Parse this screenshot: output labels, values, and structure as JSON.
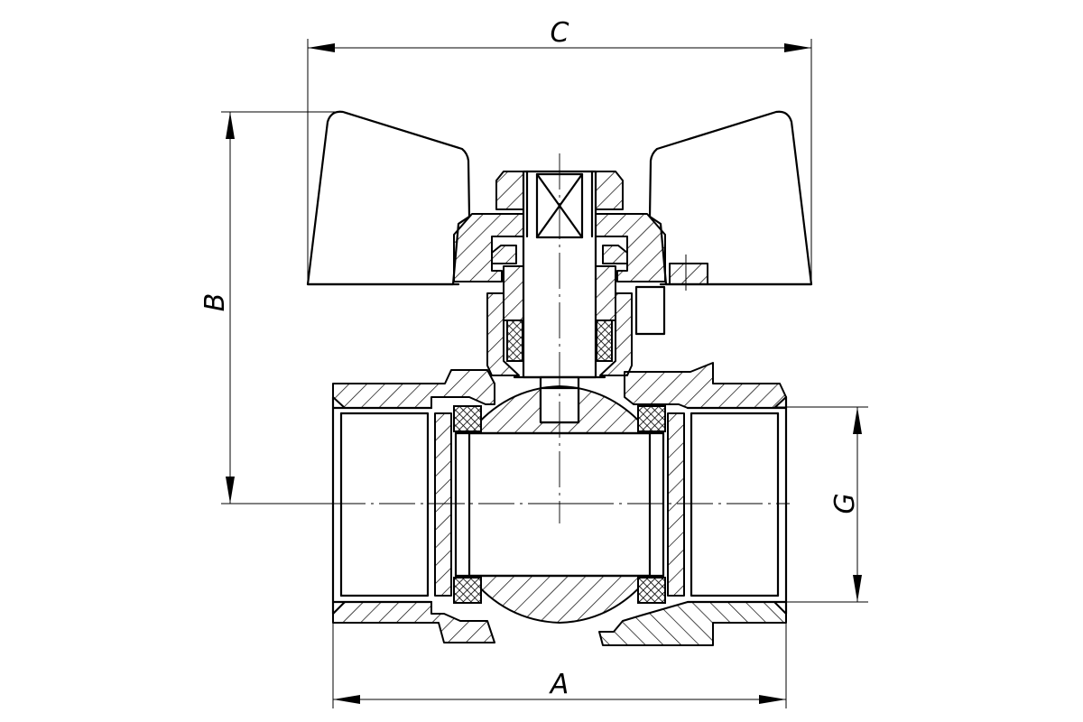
{
  "dimensions": {
    "A": "A",
    "B": "B",
    "C": "C",
    "G": "G"
  }
}
